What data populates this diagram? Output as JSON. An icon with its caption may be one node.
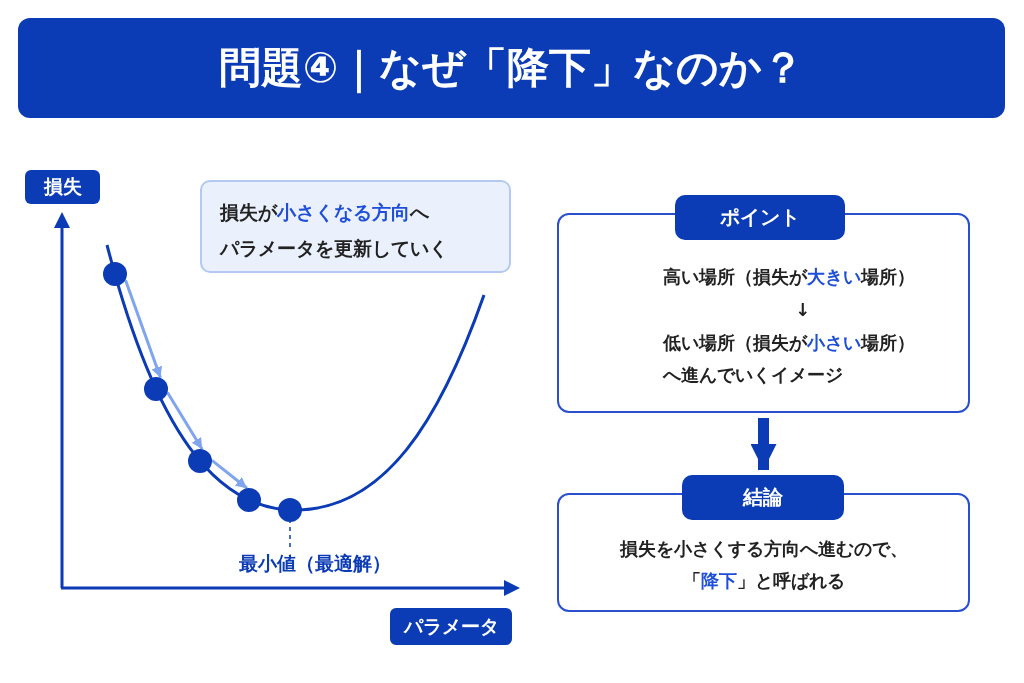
{
  "diagram": {
    "title": "問題④｜なぜ「降下」なのか？",
    "nodes": [
      {
        "text": [
          "損失"
        ]
      },
      {
        "text": [
          "損失が**小さくなる方向**へパラメータを更新していく"
        ]
      },
      {
        "text": [],
        "shape": "circle"
      },
      {
        "text": [],
        "shape": "circle"
      },
      {
        "text": [],
        "shape": "circle"
      },
      {
        "text": [],
        "shape": "circle"
      },
      {
        "text": [],
        "shape": "circle"
      },
      {
        "text": [
          "最小値（最適解）"
        ]
      },
      {
        "text": [
          "パラメータ"
        ]
      },
      {
        "text": [
          "ポイント",
          "高い場所（損失が**大きい**場所）",
          "↓",
          "低い場所（損失が**小さい**場所）へ進んでいくイメージ"
        ]
      },
      {
        "text": [
          "結論",
          "損失を小さくする方向へ進むので、「**降下**」と呼ばれる"
        ]
      }
    ],
    "edges": [
      {
        "from": 2,
        "to": 3,
        "arrow": "to"
      },
      {
        "from": 3,
        "to": 4,
        "arrow": "to"
      },
      {
        "from": 4,
        "to": 5,
        "arrow": "to"
      },
      {
        "from": 7,
        "to": 6,
        "arrow": "none",
        "style": "dashed",
        "color": "#0b3bb5"
      },
      {
        "from": 9,
        "to": 10,
        "arrow": "to",
        "style": "thick",
        "color": "#0b3bb5"
      }
    ]
  }
}
